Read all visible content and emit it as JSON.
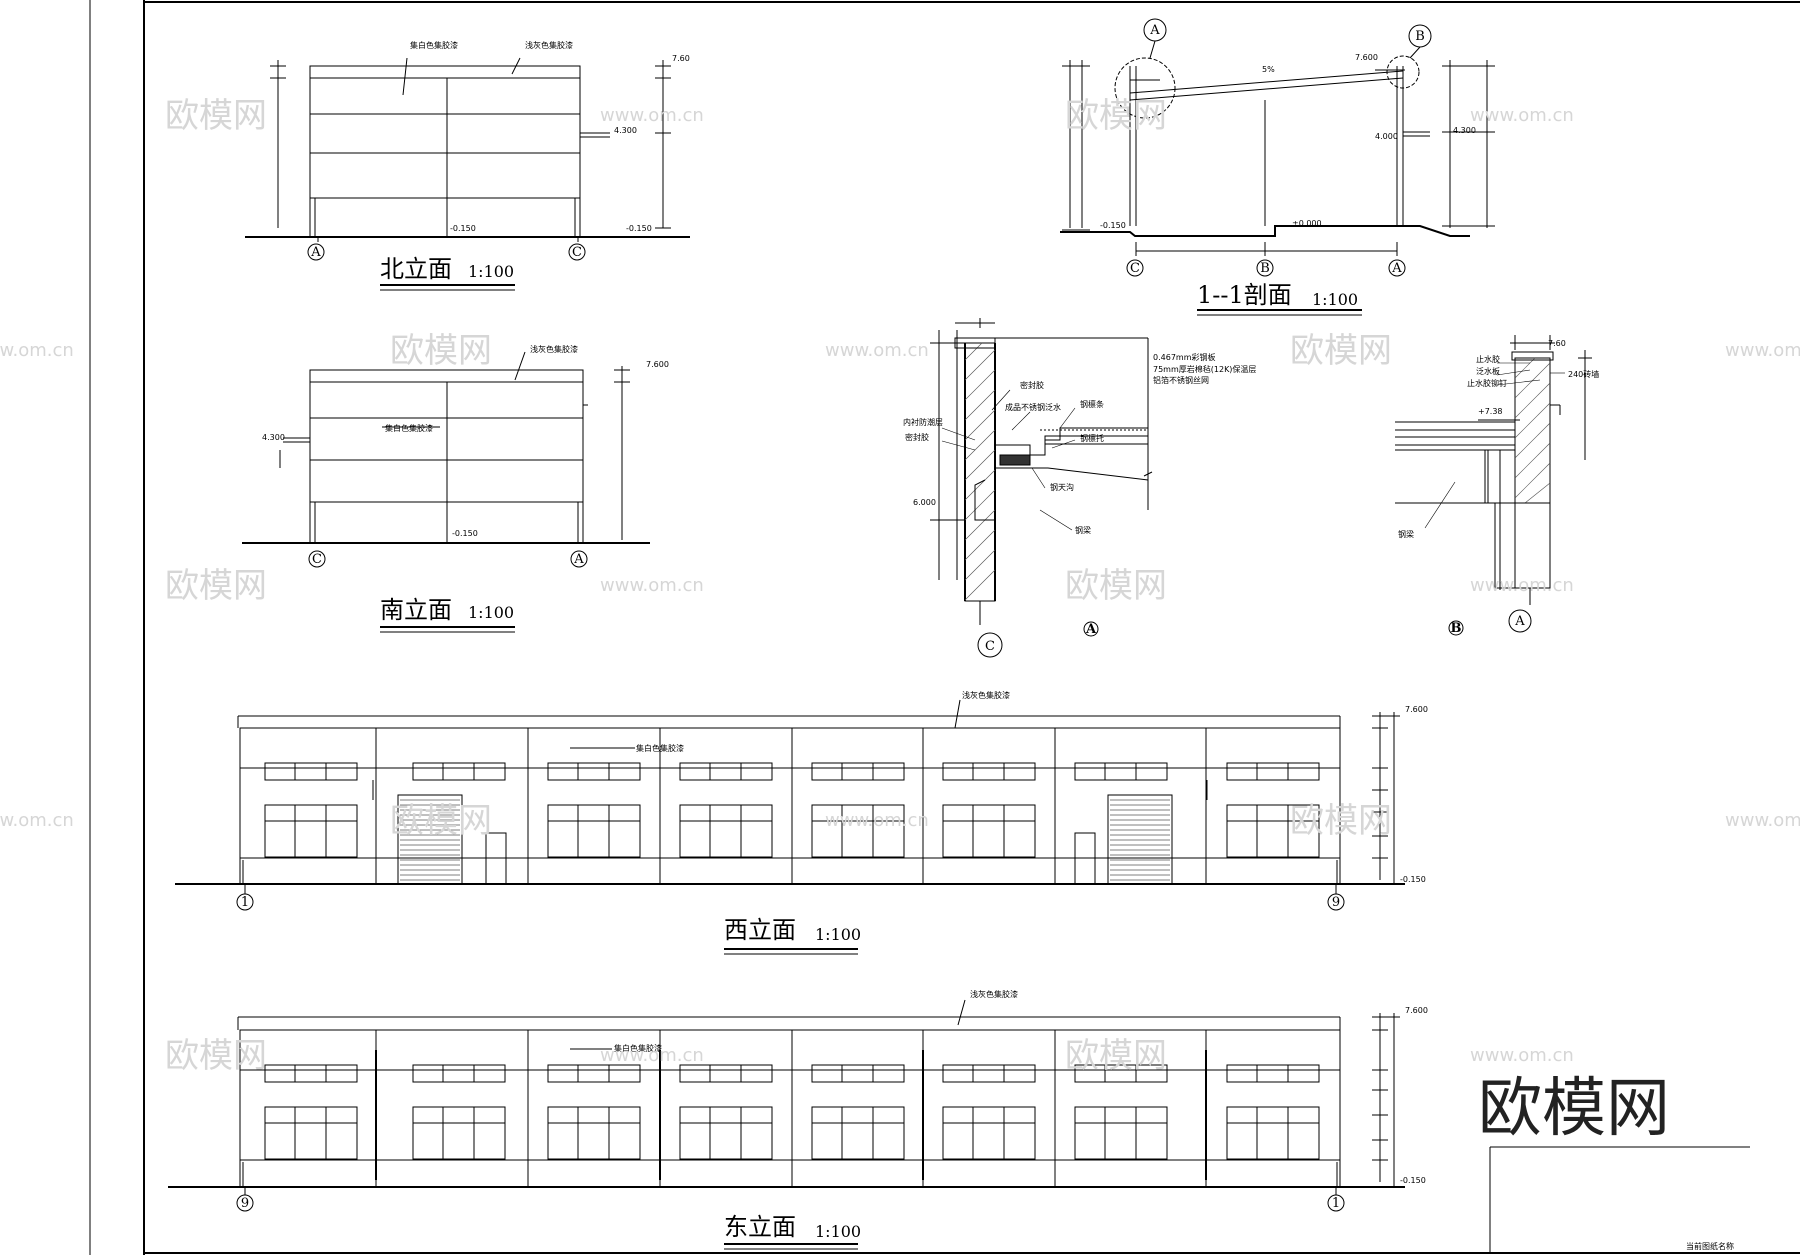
{
  "views": {
    "north": {
      "name": "北立面",
      "scale": "1:100",
      "note_top_a": "集白色集胶漆",
      "note_top_b": "浅灰色集胶漆",
      "dim_top": "7.60",
      "dim_mid": "4.300",
      "dim_base": "-0.150",
      "dim_base_r": "-0.150",
      "axis_left": "A",
      "axis_right": "C"
    },
    "south": {
      "name": "南立面",
      "scale": "1:100",
      "note_top": "浅灰色集胶漆",
      "note_mid": "集白色集胶漆",
      "dim_top": "7.600",
      "dim_mid": "4.300",
      "dim_base": "-0.150",
      "axis_left": "C",
      "axis_right": "A"
    },
    "section": {
      "name": "1--1剖面",
      "scale": "1:100",
      "slope": "5%",
      "dim_top": "7.600",
      "dim_mid_a": "4.000",
      "dim_mid_b": "4.300",
      "dim_base": "-0.150",
      "dim_zero": "±0.000",
      "axis_left": "C",
      "axis_mid": "B",
      "axis_right": "A",
      "detail_a": "A",
      "detail_b": "B"
    },
    "detail_a": {
      "label": "A",
      "axis": "C",
      "note_1": "0.467mm彩钢板",
      "note_2": "75mm厚岩棉毡(12K)保温层",
      "note_3": "铝箔不锈钢丝网",
      "note_4": "密封胶",
      "note_5": "成品不锈钢泛水",
      "note_6": "钢檩条",
      "note_7": "钢檩托",
      "note_8": "钢天沟",
      "note_9": "钢梁",
      "note_10": "内衬防潮层",
      "note_11": "密封胶",
      "dim": "6.000"
    },
    "detail_b": {
      "label": "B",
      "axis": "A",
      "note_1": "止水胶",
      "note_2": "泛水板",
      "note_3": "止水胶铆钉",
      "note_4": "240砖墙",
      "note_5": "钢梁",
      "dim_top": "7.60",
      "dim_mid": "+7.38"
    },
    "west": {
      "name": "西立面",
      "scale": "1:100",
      "note_top": "浅灰色集胶漆",
      "note_mid": "集白色集胶漆",
      "dim_top": "7.600",
      "dim_base": "-0.150",
      "axis_left": "1",
      "axis_right": "9"
    },
    "east": {
      "name": "东立面",
      "scale": "1:100",
      "note_top": "浅灰色集胶漆",
      "note_mid": "集白色集胶漆",
      "dim_top": "7.600",
      "dim_base": "-0.150",
      "axis_left": "9",
      "axis_right": "1"
    }
  },
  "watermarks": {
    "logo": "欧模网",
    "url": "www.om.cn"
  },
  "brand": "欧模网",
  "title_block": {
    "note": "当前图纸名称"
  }
}
